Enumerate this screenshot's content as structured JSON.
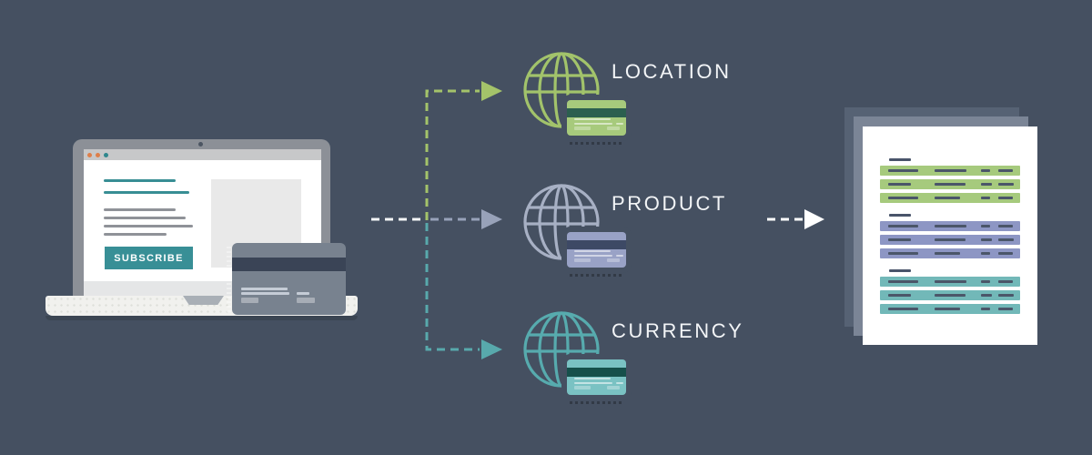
{
  "background": "#455061",
  "laptop": {
    "subscribe_label": "SUBSCRIBE",
    "browser_dot_colors": [
      "#de7f4a",
      "#de7f4a",
      "#2f878d"
    ],
    "accent_color": "#388e94"
  },
  "flow": {
    "feed_arrow_color": "#f4f6f7",
    "output_arrow_color": "#ffffff",
    "items": [
      {
        "label": "LOCATION",
        "color": "#a2c36b",
        "arrow": "#a4c36a",
        "card": "#a7ca7c",
        "stripe": "#2c5f4f"
      },
      {
        "label": "PRODUCT",
        "color": "#a7b0c4",
        "arrow": "#98a2b9",
        "card": "#99a2c6",
        "stripe": "#3d4965"
      },
      {
        "label": "CURRENCY",
        "color": "#57abae",
        "arrow": "#58a9ac",
        "card": "#7ac2c3",
        "stripe": "#16504b"
      }
    ]
  },
  "report": {
    "groups": [
      {
        "color": "#a6ca7d"
      },
      {
        "color": "#8d96c4"
      },
      {
        "color": "#72b8b8"
      }
    ]
  }
}
